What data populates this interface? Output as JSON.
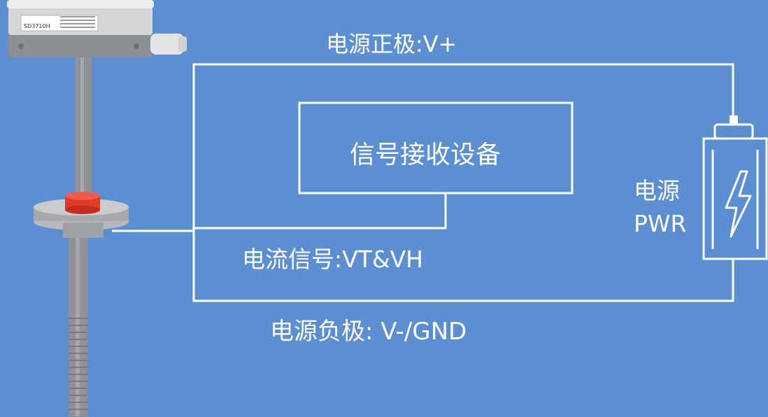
{
  "labels": {
    "positive": "电源正极:V+",
    "negative": "电源负极: V-/GND",
    "signal": "电流信号:VT&VH",
    "receiver": "信号接收设备",
    "power_cn": "电源",
    "power_en": "PWR"
  },
  "device": {
    "model": "SD3710H"
  },
  "colors": {
    "background": "#5b8fd1",
    "wire": "#ffffff",
    "probe": "#8e9196",
    "flange_red": "#e23a2a"
  }
}
